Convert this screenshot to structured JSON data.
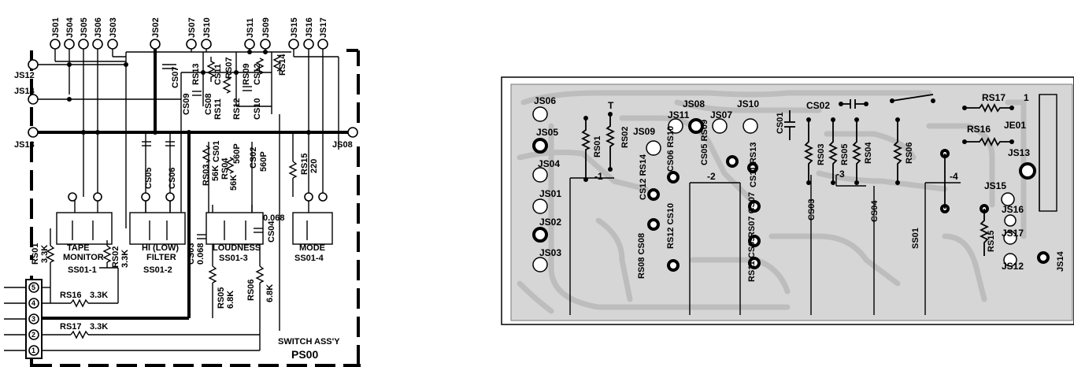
{
  "schematic": {
    "top_terminals": [
      "JS01",
      "JS04",
      "JS05",
      "JS06",
      "JS03",
      "JS02",
      "JS07",
      "JS10",
      "JS11",
      "JS09",
      "JS15",
      "JS16",
      "JS17"
    ],
    "left_terminals": [
      "JS12",
      "JS14",
      "JS13"
    ],
    "right_terminal": "JS08",
    "components": {
      "cs07": "CS07",
      "rs13": "RS13",
      "cs11": "CS11",
      "rs07": "RS07",
      "rs09": "RS09",
      "cs12": "CS12",
      "rs14": "RS14",
      "cs09": "CS09",
      "cs08": "CS08",
      "rs11": "RS11",
      "rs12": "RS12",
      "cs10": "CS10",
      "cs05": "CS05",
      "cs06": "CS06",
      "rs03": "RS03",
      "rs03_val": "56K",
      "cs01": "CS01",
      "rs04": "RS04",
      "rs04_val": "56K",
      "cs01_val": "560P",
      "cs02": "CS02",
      "cs02_val": "560P",
      "rs15": "RS15",
      "rs15_val": "220",
      "cs03": "CS03",
      "cs03_val": "0.068",
      "cs04": "CS04",
      "cs04_val": "0.068",
      "rs01": "RS01",
      "rs01_val": "3.3K",
      "rs02": "RS02",
      "rs02_val": "3.3K",
      "rs05": "RS05",
      "rs05_val": "6.8K",
      "rs06": "RS06",
      "rs06_val": "6.8K",
      "rs16": "RS16",
      "rs16_val": "3.3K",
      "rs17": "RS17",
      "rs17_val": "3.3K"
    },
    "switches": [
      {
        "name": "TAPE",
        "name2": "MONITOR",
        "id": "SS01-1"
      },
      {
        "name": "HI (LOW)",
        "name2": "FILTER",
        "id": "SS01-2"
      },
      {
        "name": "LOUDNESS",
        "name2": "",
        "id": "SS01-3"
      },
      {
        "name": "MODE",
        "name2": "",
        "id": "SS01-4"
      }
    ],
    "connector_pins": [
      "5",
      "4",
      "3",
      "2",
      "1"
    ],
    "assembly_label": "SWITCH ASS'Y",
    "assembly_id": "PS00"
  },
  "pcb": {
    "labels": {
      "js06": "JS06",
      "js05": "JS05",
      "js04": "JS04",
      "js01": "JS01",
      "js02": "JS02",
      "js03": "JS03",
      "rs01": "RS01",
      "rs02": "RS02",
      "t": "T",
      "js11": "JS11",
      "js08": "JS08",
      "js07": "JS07",
      "js10": "JS10",
      "js09": "JS09",
      "cs06rs10": "CS06 RS10",
      "cs05rs09": "CS05 RS09",
      "cs11rs13": "CS11 RS13",
      "cs12rs14": "CS12 RS14",
      "rs12cs10": "RS12 CS10",
      "rs08cs08": "RS08 CS08",
      "rs07cs07": "RS07 CS07",
      "rs11cs09": "RS11 CS09",
      "cs01": "CS01",
      "cs02": "CS02",
      "rs03": "RS03",
      "rs05": "RS05",
      "rs04": "RS04",
      "rs06": "RS06",
      "cs03": "CS03",
      "cs04": "CS04",
      "ss01": "SS01",
      "rs17": "RS17",
      "rs16": "RS16",
      "je01": "JE01",
      "js13": "JS13",
      "js15": "JS15",
      "js16": "JS16",
      "js17": "JS17",
      "js12": "JS12",
      "js14": "JS14",
      "rs15": "RS15"
    },
    "section_marks": [
      "-1",
      "-2",
      "-3",
      "-4",
      "1"
    ]
  }
}
